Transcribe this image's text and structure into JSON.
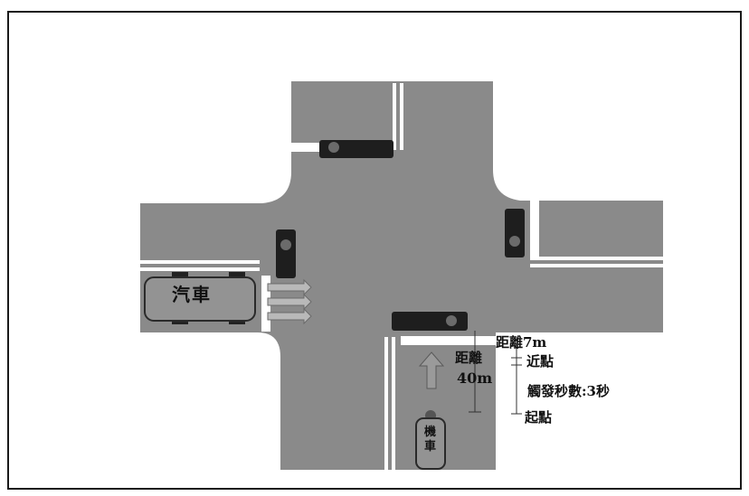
{
  "vehicles": {
    "car_label": "汽車",
    "scooter_label": "機車"
  },
  "annotations": {
    "distance_7m": "距離7m",
    "distance_40m_line1": "距離",
    "distance_40m_line2": "40m",
    "near_point": "近點",
    "trigger_seconds": "觸發秒數:3秒",
    "start_point": "起點"
  },
  "colors": {
    "road": "#8a8a8a",
    "road_shadow": "#7a7a7a",
    "lane_line": "#ffffff",
    "signal_housing": "#1e1e1e",
    "signal_lamp": "#6b6b6b",
    "background": "#ffffff"
  }
}
